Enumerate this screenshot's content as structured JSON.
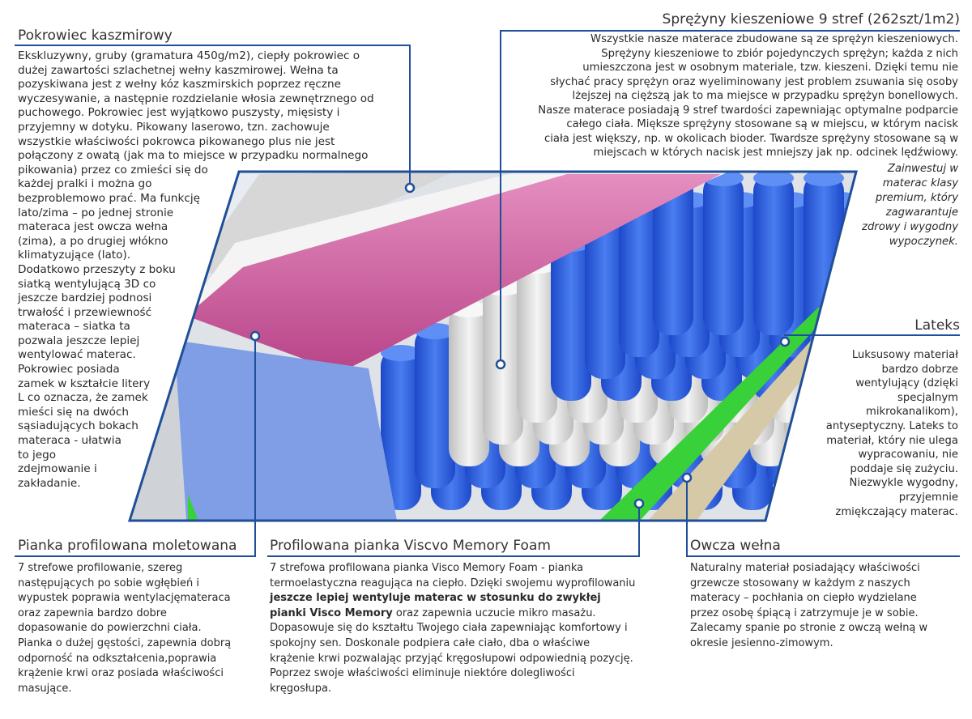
{
  "sections": {
    "cover": {
      "title": "Pokrowiec kaszmirowy",
      "text": "Ekskluzywny, gruby (gramatura 450g/m2), ciepły pokrowiec o\ndużej zawartości szlachetnej wełny kaszmirowej. Wełna ta\npozyskiwana jest z wełny kóz kaszmirskich poprzez ręczne\nwyczesywanie, a następnie rozdzielanie włosia zewnętrznego od\npuchowego. Pokrowiec jest wyjątkowo puszysty, mięsisty i\nprzyjemny w dotyku. Pikowany laserowo, tzn. zachowuje\nwszystkie właściwości pokrowca pikowanego plus nie jest\npołączony z owatą (jak ma to miejsce w przypadku normalnego\npikowania) przez co zmieści się do\nkażdej pralki i można go\nbezproblemowo prać. Ma funkcję\nlato/zima – po jednej stronie\nmateraca jest owcza wełna\n(zima), a po drugiej włókno\nklimatyzujące (lato).\nDodatkowo przeszyty z boku\nsiatką wentylującą 3D co\njeszcze bardziej podnosi\ntrwałość i przewiewność\nmateraca – siatka ta\npozwala jeszcze lepiej\nwentylować materac.\nPokrowiec posiada\nzamek w kształcie litery\nL co oznacza, że zamek\nmieści się na dwóch\nsąsiadujących bokach\nmateraca - ułatwia\nto jego\nzdejmowanie i\nzakładanie."
    },
    "springs": {
      "title": "Sprężyny kieszeniowe 9 stref (262szt/1m2)",
      "text": "Wszystkie nasze materace zbudowane są ze sprężyn kieszeniowych.\nSprężyny kieszeniowe to zbiór pojedynczych sprężyn; każda z nich\numieszczona jest w osobnym materiale, tzw. kieszeni.  Dzięki temu nie\nsłychać pracy sprężyn oraz wyeliminowany jest problem zsuwania się osoby\nlżejszej na cięższą jak to ma miejsce w przypadku sprężyn bonellowych.\nNasze materace posiadają 9 stref twardości zapewniając optymalne podparcie\ncałego ciała. Miększe sprężyny stosowane są w miejscu, w którym nacisk\nciała jest większy, np. w okolicach bioder. Twardsze sprężyny stosowane są w\nmiejscach w których nacisk jest mniejszy jak np. odcinek lędźwiowy.",
      "italic": "Zainwestuj w\nmaterac klasy\npremium, który\nzagwarantuje\nzdrowy i wygodny\nwypoczynek."
    },
    "latex": {
      "title": "Lateks",
      "text": "Luksusowy materiał\nbardzo dobrze\nwentylujący (dzięki\nspecjalnym\nmikrokanalikom),\nantyseptyczny. Lateks to\nmateriał, który nie ulega\nwypracowaniu, nie\npoddaje się zużyciu.\nNiezwykle wygodny,\nprzyjemnie\nzmiękczający materac."
    },
    "profiled_foam": {
      "title": "Pianka profilowana moletowana",
      "text": "7 strefowe profilowanie, szereg\nnastępujących po sobie wgłębień i\nwypustek poprawia wentylacjęmateraca\noraz zapewnia bardzo dobre\ndopasowanie do powierzchni ciała.\nPianka o dużej gęstości, zapewnia dobrą\nodporność na odkształcenia,poprawia\nkrążenie krwi oraz posiada właściwości\nmasujące."
    },
    "visco": {
      "title": "Profilowana pianka Viscvo Memory Foam",
      "text_before": "7 strefowa profilowana pianka Visco Memory Foam - pianka\ntermoelastyczna reagująca na ciepło. Dzięki swojemu wyprofilowaniu\n",
      "text_bold": "jeszcze lepiej wentyluje materac w stosunku do zwykłej\npianki Visco Memory",
      "text_after": " oraz zapewnia uczucie mikro masażu.\nDopasowuje się do kształtu Twojego ciała zapewniając komfortowy i\nspokojny sen. Doskonale podpiera całe ciało, dba o właściwe\nkrążenie krwi pozwalając przyjąć kręgosłupowi odpowiednią pozycję.\nPoprzez swoje właściwości eliminuje niektóre dolegliwości\nkręgosłupa."
    },
    "wool": {
      "title": "Owcza wełna",
      "text": "Naturalny materiał posiadający właściwości\ngrzewcze stosowany w każdym z naszych\nmateracy – pochłania on ciepło wydzielane\nprzez osobę śpiącą i zatrzymuje je w sobie.\nZalecamy spanie po stronie z owczą wełną w\nokresie jesienno-zimowym."
    }
  },
  "colors": {
    "accent": "#1f4f98",
    "pink": "#c9569a",
    "blue_spring": "#2d5fd6",
    "foam": "#7f9ee6"
  }
}
